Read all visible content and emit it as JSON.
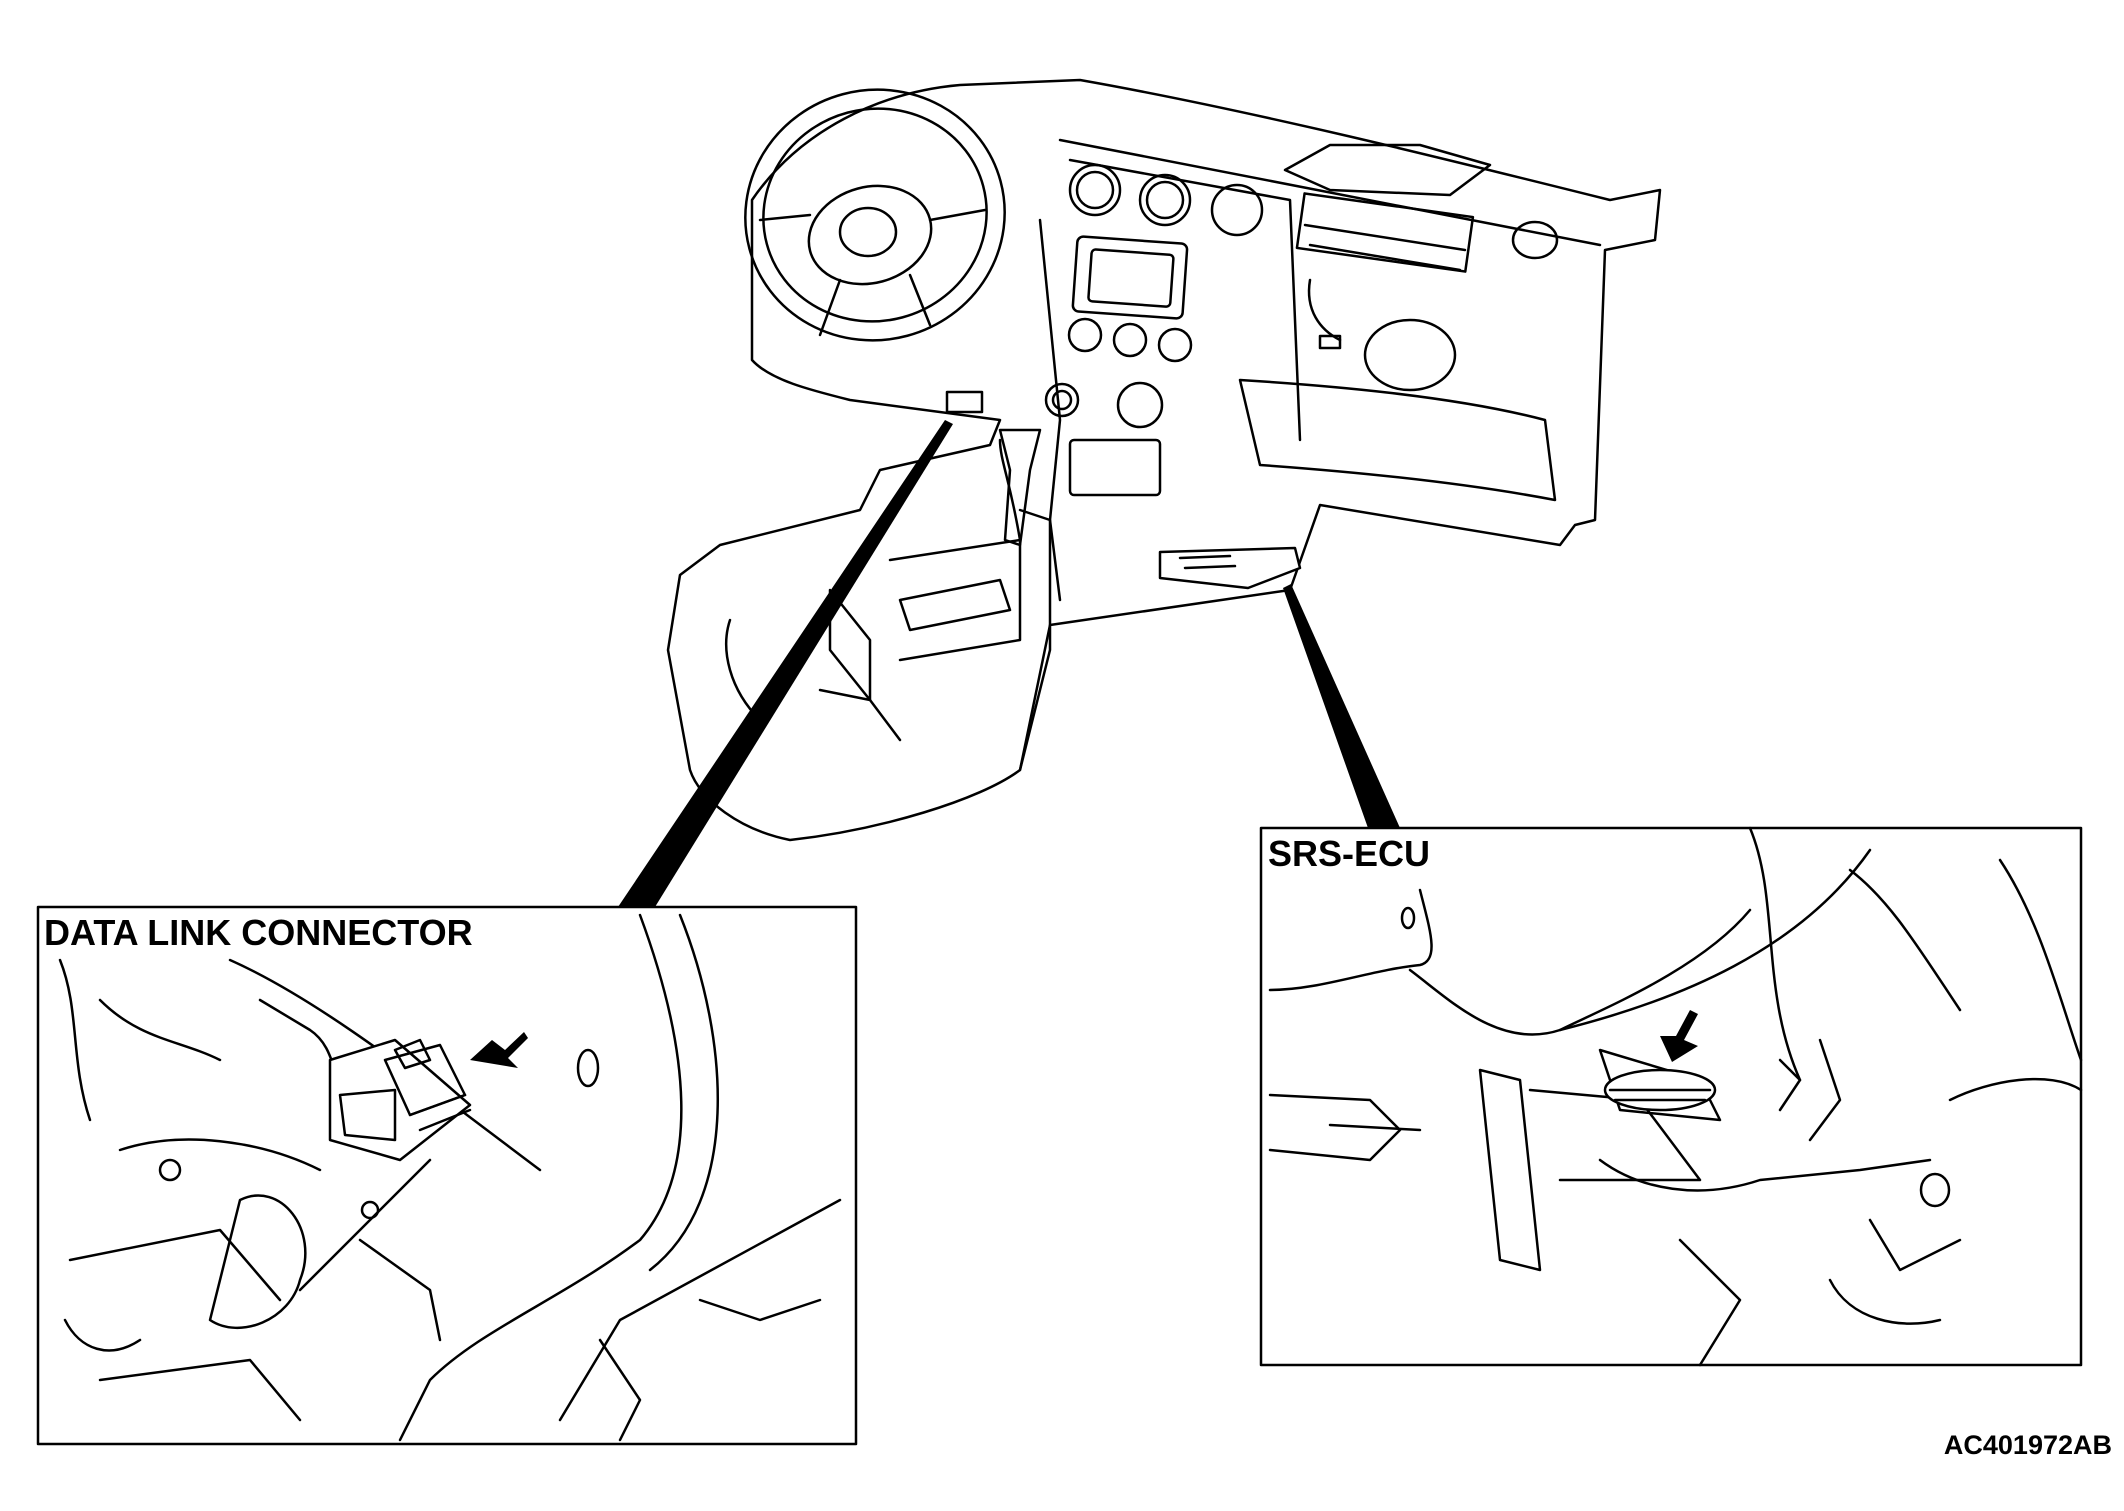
{
  "figure": {
    "callouts": {
      "data_link_connector": "DATA LINK CONNECTOR",
      "srs_ecu": "SRS-ECU"
    },
    "figure_code": "AC401972AB",
    "colors": {
      "line": "#000000",
      "background": "#ffffff"
    }
  }
}
